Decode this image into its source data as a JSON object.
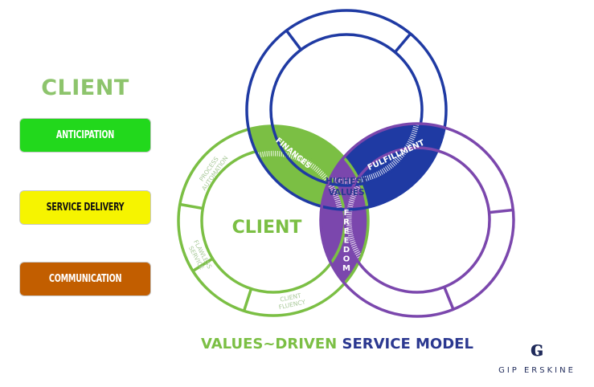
{
  "sidebar": {
    "title": "CLIENT",
    "items": [
      {
        "label": "ANTICIPATION",
        "bg": "#22d81c",
        "fg": "#ffffff"
      },
      {
        "label": "SERVICE DELIVERY",
        "bg": "#f6f400",
        "fg": "#111111"
      },
      {
        "label": "COMMUNICATION",
        "bg": "#c25e00",
        "fg": "#ffffff"
      }
    ]
  },
  "diagram": {
    "colors": {
      "green": "#7bbf44",
      "blue": "#1f3aa3",
      "purple": "#7b47ad",
      "green_text": "#7bbf44",
      "blue_text": "#2b3890"
    },
    "circles": [
      {
        "name": "client",
        "label": "CLIENT",
        "color": "green",
        "segments": [
          "PROCESS\nAUTOMATION",
          "FLAWLESS\nSERVICE",
          "CLIENT\nFLUENCY"
        ]
      },
      {
        "name": "top",
        "label": "",
        "color": "blue",
        "segments": []
      },
      {
        "name": "right",
        "label": "",
        "color": "purple",
        "segments": []
      }
    ],
    "lenses": {
      "finances": "FINANCES",
      "fulfillment": "FULFILLMENT",
      "freedom": "FREEDOM"
    },
    "center": [
      "HIGHEST",
      "VALUES"
    ]
  },
  "footer": {
    "title_part1": "VALUES~DRIVEN",
    "title_part2": " SERVICE MODEL",
    "color1": "#7bbf44",
    "color2": "#2b3890"
  },
  "logo": {
    "mark": "ɢ",
    "name": "GIP ERSKINE"
  }
}
